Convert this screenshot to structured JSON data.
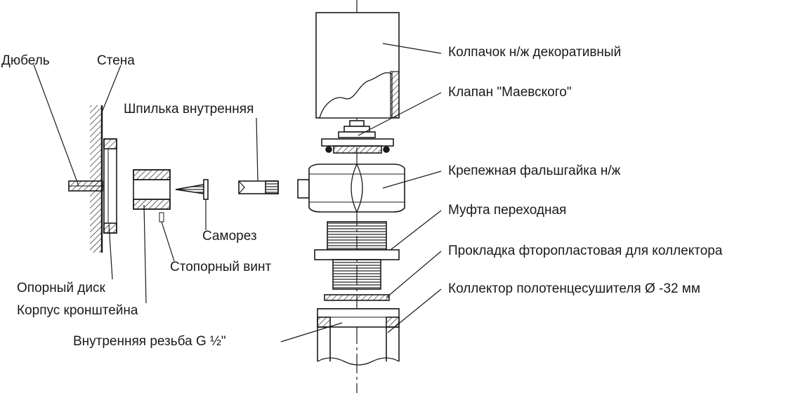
{
  "labels": {
    "dubel": "Дюбель",
    "stena": "Стена",
    "shpilka": "Шпилька внутренняя",
    "samorez": "Саморез",
    "stopornyi_vint": "Стопорный винт",
    "opornyi_disk": "Опорный диск",
    "korpus": "Корпус кронштейна",
    "rezba": "Внутренняя резьба G ½\"",
    "kolpachok": "Колпачок н/ж декоративный",
    "klapan": "Клапан \"Маевского\"",
    "falshgaika": "Крепежная фальшгайка н/ж",
    "mufta": "Муфта переходная",
    "prokladka": "Прокладка фторопластовая для коллектора",
    "kollektor": "Коллектор полотенцесушителя Ø -32 мм"
  },
  "colors": {
    "ink": "#1a1a1a",
    "paper": "#ffffff"
  }
}
